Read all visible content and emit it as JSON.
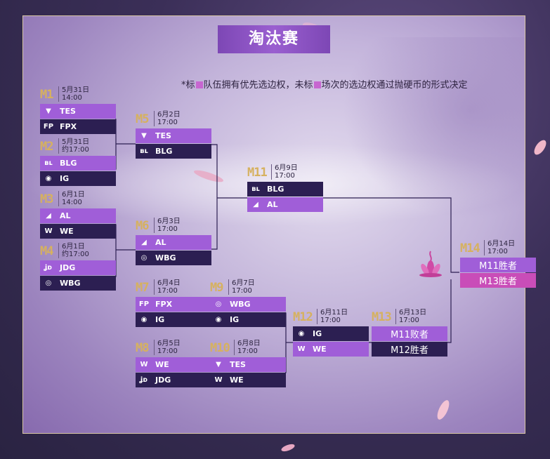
{
  "title": "淘汰赛",
  "note": {
    "prefix": "*标",
    "middle": "队伍拥有优先选边权，未标",
    "suffix": "场次的选边权通过抛硬币的形式决定"
  },
  "colors": {
    "highlight": "#a05ed8",
    "dark": "#2c1f52",
    "pink": "#c94db8",
    "label_gold": "#d6b15f"
  },
  "matches": {
    "m1": {
      "label": "M1",
      "date": "5月31日",
      "time": "14:00",
      "teams": [
        {
          "name": "TES",
          "icon": "tes-icon",
          "highlight": true
        },
        {
          "name": "FPX",
          "icon": "fpx-icon",
          "highlight": false
        }
      ]
    },
    "m2": {
      "label": "M2",
      "date": "5月31日",
      "time": "约17:00",
      "teams": [
        {
          "name": "BLG",
          "icon": "blg-icon",
          "highlight": true
        },
        {
          "name": "IG",
          "icon": "ig-icon",
          "highlight": false
        }
      ]
    },
    "m3": {
      "label": "M3",
      "date": "6月1日",
      "time": "14:00",
      "teams": [
        {
          "name": "AL",
          "icon": "al-icon",
          "highlight": true
        },
        {
          "name": "WE",
          "icon": "we-icon",
          "highlight": false
        }
      ]
    },
    "m4": {
      "label": "M4",
      "date": "6月1日",
      "time": "约17:00",
      "teams": [
        {
          "name": "JDG",
          "icon": "jdg-icon",
          "highlight": true
        },
        {
          "name": "WBG",
          "icon": "wbg-icon",
          "highlight": false
        }
      ]
    },
    "m5": {
      "label": "M5",
      "date": "6月2日",
      "time": "17:00",
      "teams": [
        {
          "name": "TES",
          "icon": "tes-icon",
          "highlight": true
        },
        {
          "name": "BLG",
          "icon": "blg-icon",
          "highlight": false
        }
      ]
    },
    "m6": {
      "label": "M6",
      "date": "6月3日",
      "time": "17:00",
      "teams": [
        {
          "name": "AL",
          "icon": "al-icon",
          "highlight": true
        },
        {
          "name": "WBG",
          "icon": "wbg-icon",
          "highlight": false
        }
      ]
    },
    "m7": {
      "label": "M7",
      "date": "6月4日",
      "time": "17:00",
      "teams": [
        {
          "name": "FPX",
          "icon": "fpx-icon",
          "highlight": true
        },
        {
          "name": "IG",
          "icon": "ig-icon",
          "highlight": false
        }
      ]
    },
    "m8": {
      "label": "M8",
      "date": "6月5日",
      "time": "17:00",
      "teams": [
        {
          "name": "WE",
          "icon": "we-icon",
          "highlight": true
        },
        {
          "name": "JDG",
          "icon": "jdg-icon",
          "highlight": false
        }
      ]
    },
    "m9": {
      "label": "M9",
      "date": "6月7日",
      "time": "17:00",
      "teams": [
        {
          "name": "WBG",
          "icon": "wbg-icon",
          "highlight": true
        },
        {
          "name": "IG",
          "icon": "ig-icon",
          "highlight": false
        }
      ]
    },
    "m10": {
      "label": "M10",
      "date": "6月8日",
      "time": "17:00",
      "teams": [
        {
          "name": "TES",
          "icon": "tes-icon",
          "highlight": true
        },
        {
          "name": "WE",
          "icon": "we-icon",
          "highlight": false
        }
      ]
    },
    "m11": {
      "label": "M11",
      "date": "6月9日",
      "time": "17:00",
      "teams": [
        {
          "name": "BLG",
          "icon": "blg-icon",
          "highlight": false
        },
        {
          "name": "AL",
          "icon": "al-icon",
          "highlight": true
        }
      ]
    },
    "m12": {
      "label": "M12",
      "date": "6月11日",
      "time": "17:00",
      "teams": [
        {
          "name": "IG",
          "icon": "ig-icon",
          "highlight": false
        },
        {
          "name": "WE",
          "icon": "we-icon",
          "highlight": true
        }
      ]
    },
    "m13": {
      "label": "M13",
      "date": "6月13日",
      "time": "17:00",
      "slots": [
        "M11败者",
        "M12胜者"
      ]
    },
    "m14": {
      "label": "M14",
      "date": "6月14日",
      "time": "17:00",
      "slots": [
        "M11胜者",
        "M13胜者"
      ]
    }
  }
}
